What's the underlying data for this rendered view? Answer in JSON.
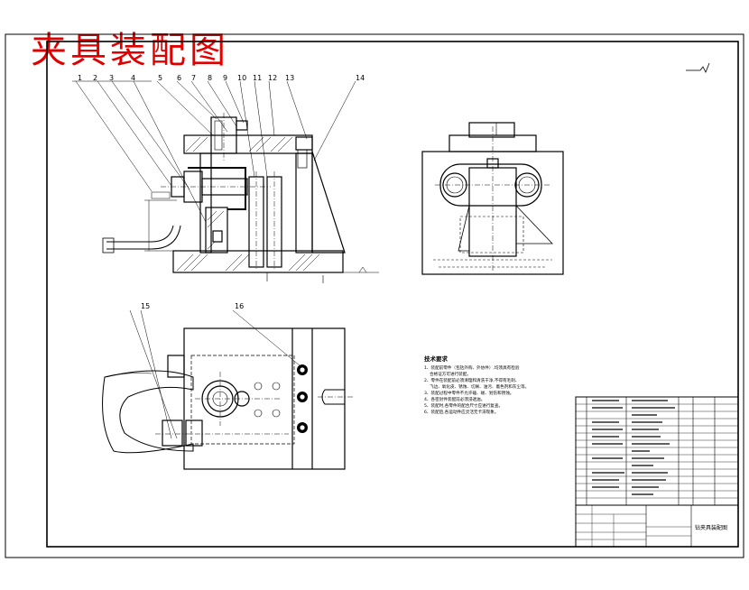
{
  "title": "夹具装配图",
  "balloons": [
    "1",
    "2",
    "3",
    "4",
    "5",
    "6",
    "7",
    "8",
    "9",
    "10",
    "11",
    "12",
    "13",
    "14",
    "15",
    "16"
  ],
  "tech_req": {
    "heading": "技术要求",
    "lines": [
      "1、装配前零件（包括外购、外协件）,均须具有检验",
      "合格证方可进行装配。",
      "2、零件在装配前必须清理和清洗干净,不得有毛刺、",
      "飞边、氧化皮、锈蚀、切屑、油污、着色剂和灰尘等。",
      "3、装配过程中零件不允许磕、碰、划伤和锈蚀。",
      "4、各密封件装配前必须浸透油。",
      "5、装配时,各零件的配合尺寸应进行复查。",
      "6、装配后,各运动件应灵活无卡滞现象。"
    ]
  },
  "title_block": {
    "name": "钻夹具装配图"
  }
}
